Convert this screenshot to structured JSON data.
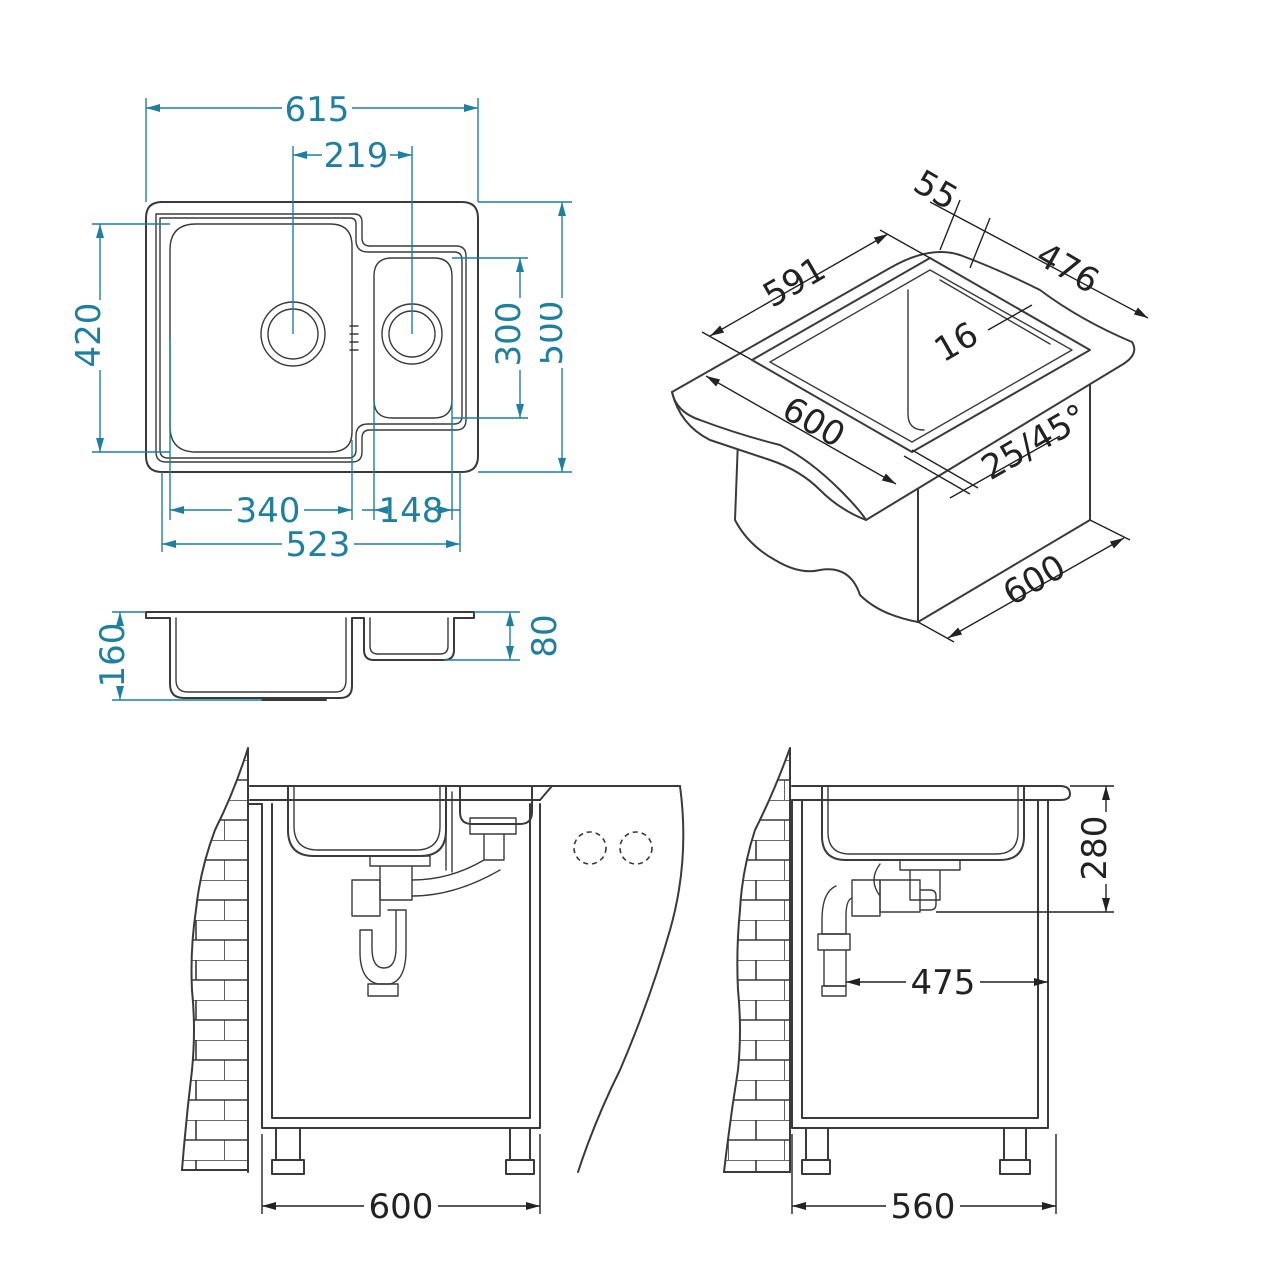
{
  "colors": {
    "dimension": "#1f7fa0",
    "outline": "#3a3a3a",
    "dimension_text_black": "#222222"
  },
  "top_view": {
    "overall_width": "615",
    "drain_spacing": "219",
    "overall_depth": "500",
    "main_bowl_depth": "420",
    "small_bowl_depth": "300",
    "main_bowl_width": "340",
    "small_bowl_width": "148",
    "bowls_total_width": "523"
  },
  "side_view": {
    "main_bowl_height": "160",
    "small_bowl_height": "80"
  },
  "isometric_view": {
    "sink_width": "591",
    "rim": "55",
    "sink_depth": "476",
    "edge": "16",
    "cabinet_width": "600",
    "corner_radius": "25/45°",
    "cabinet_depth": "600"
  },
  "front_installation": {
    "cabinet_width": "600"
  },
  "side_installation": {
    "cabinet_depth": "560",
    "drain_height": "280",
    "drain_offset": "475"
  }
}
